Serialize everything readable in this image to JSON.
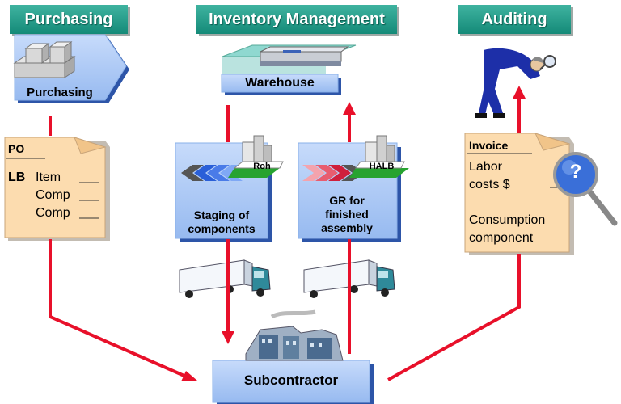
{
  "headers": {
    "purchasing": "Purchasing",
    "inventory": "Inventory Management",
    "auditing": "Auditing"
  },
  "purchasing_box": {
    "label": "Purchasing"
  },
  "warehouse": {
    "label": "Warehouse"
  },
  "po_doc": {
    "title": "PO",
    "lb": "LB",
    "items": [
      "Item",
      "Comp",
      "Comp"
    ]
  },
  "staging": {
    "tag": "Roh",
    "label": "Staging of components"
  },
  "gr": {
    "tag": "HALB",
    "label": "GR for finished assembly"
  },
  "invoice": {
    "title": "Invoice",
    "line1": "Labor",
    "line2": "costs  $",
    "line3": "Consumption",
    "line4": "component"
  },
  "magnifier": {
    "symbol": "?"
  },
  "subcontractor": {
    "label": "Subcontractor"
  },
  "colors": {
    "header": "#1f9b87",
    "arrow": "#e8102a",
    "box": "#aac8f5",
    "note": "#fcdcaf",
    "green": "#27a330"
  }
}
